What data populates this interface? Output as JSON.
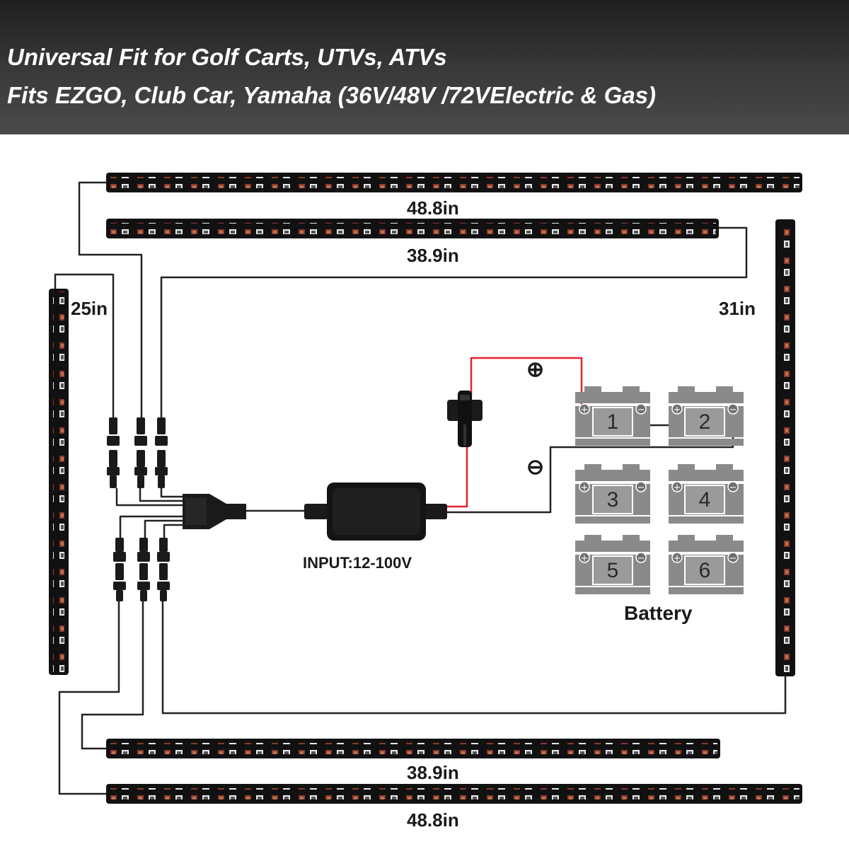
{
  "header": {
    "line1": "Universal Fit for Golf Carts, UTVs, ATVs",
    "line2": "Fits EZGO, Club Car, Yamaha (36V/48V /72VElectric & Gas)"
  },
  "strips": [
    {
      "label": "48.8in"
    },
    {
      "label": "38.9in"
    },
    {
      "label": "25in"
    },
    {
      "label": "31in"
    },
    {
      "label": "38.9in"
    },
    {
      "label": "48.8in"
    }
  ],
  "controller": {
    "input_label": "INPUT:12-100V"
  },
  "polarity": {
    "positive": "⊕",
    "negative": "⊖"
  },
  "batteries": {
    "numbers": [
      "1",
      "2",
      "3",
      "4",
      "5",
      "6"
    ],
    "terminal_plus": "+",
    "terminal_minus": "−",
    "label": "Battery"
  },
  "colors": {
    "header_bg": "#333333",
    "strip": "#111111",
    "wire": "#222222",
    "positive_wire": "#e0242b",
    "battery": "#8a8a8a"
  }
}
